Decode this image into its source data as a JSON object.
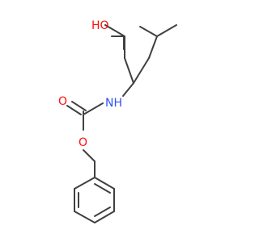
{
  "molecule": {
    "atoms": {
      "hydroxyl": {
        "label": "HO",
        "color": "#ff0d0d"
      },
      "amine": {
        "label": "NH",
        "color": "#3050f8"
      },
      "carbonyl_oxygen": {
        "label": "O",
        "color": "#ff0d0d"
      },
      "ester_oxygen": {
        "label": "O",
        "color": "#ff0d0d"
      }
    },
    "bond_color": "#404040"
  }
}
